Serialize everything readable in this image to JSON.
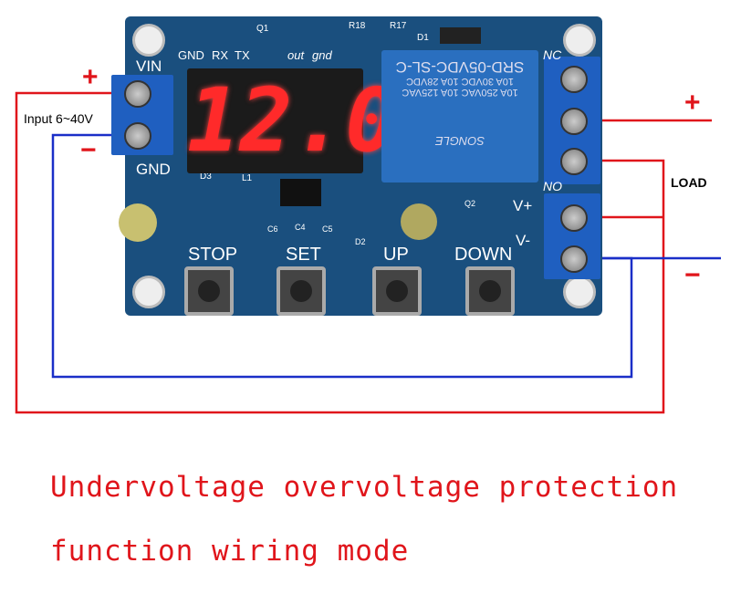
{
  "board": {
    "header_labels": [
      "GND",
      "RX",
      "TX"
    ],
    "out_labels": [
      "out",
      "gnd"
    ],
    "components": [
      "Q1",
      "R18",
      "R17",
      "D1",
      "D3",
      "L1",
      "C6",
      "C4",
      "C5",
      "D2",
      "Q2"
    ],
    "vin_label": "VIN",
    "gnd_label": "GND",
    "nc_label": "NC",
    "no_label": "NO",
    "vplus_label": "V+",
    "vminus_label": "V-",
    "display_value": "12.0",
    "relay_text": [
      "SRD-05VDC-SL-C",
      "10A 30VDC 10A 28VDC",
      "10A 250VAC 10A 125VAC",
      "SONGLE"
    ],
    "buttons": [
      "STOP",
      "SET",
      "UP",
      "DOWN"
    ]
  },
  "wiring": {
    "input_label": "Input 6~40V",
    "input_plus": "+",
    "input_minus": "−",
    "load_label": "LOAD",
    "load_plus": "+",
    "load_minus": "−",
    "red_wire": "#e0151b",
    "blue_wire": "#1a2fc8"
  },
  "caption": {
    "line1": "Undervoltage overvoltage protection",
    "line2": "function wiring mode"
  }
}
